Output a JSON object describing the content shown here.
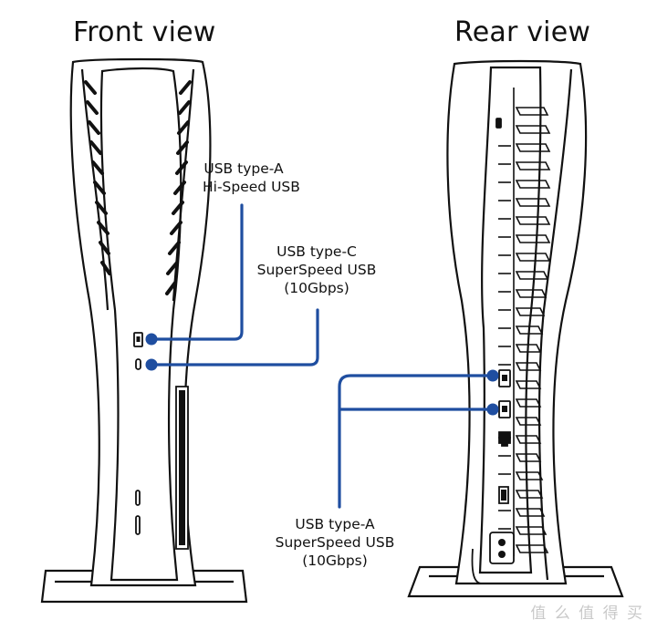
{
  "front": {
    "title": "Front view"
  },
  "rear": {
    "title": "Rear view"
  },
  "callouts": {
    "usb_a_hispeed": {
      "line1": "USB type-A",
      "line2": "Hi-Speed USB"
    },
    "usb_c_superspeed": {
      "line1": "USB type-C",
      "line2": "SuperSpeed USB",
      "line3": "(10Gbps)"
    },
    "usb_a_superspeed": {
      "line1": "USB type-A",
      "line2": "SuperSpeed USB",
      "line3": "(10Gbps)"
    }
  },
  "watermark": "值 么 值 得 买",
  "colors": {
    "callout_line": "#1f4ea0",
    "outline": "#111111",
    "background": "#ffffff"
  }
}
